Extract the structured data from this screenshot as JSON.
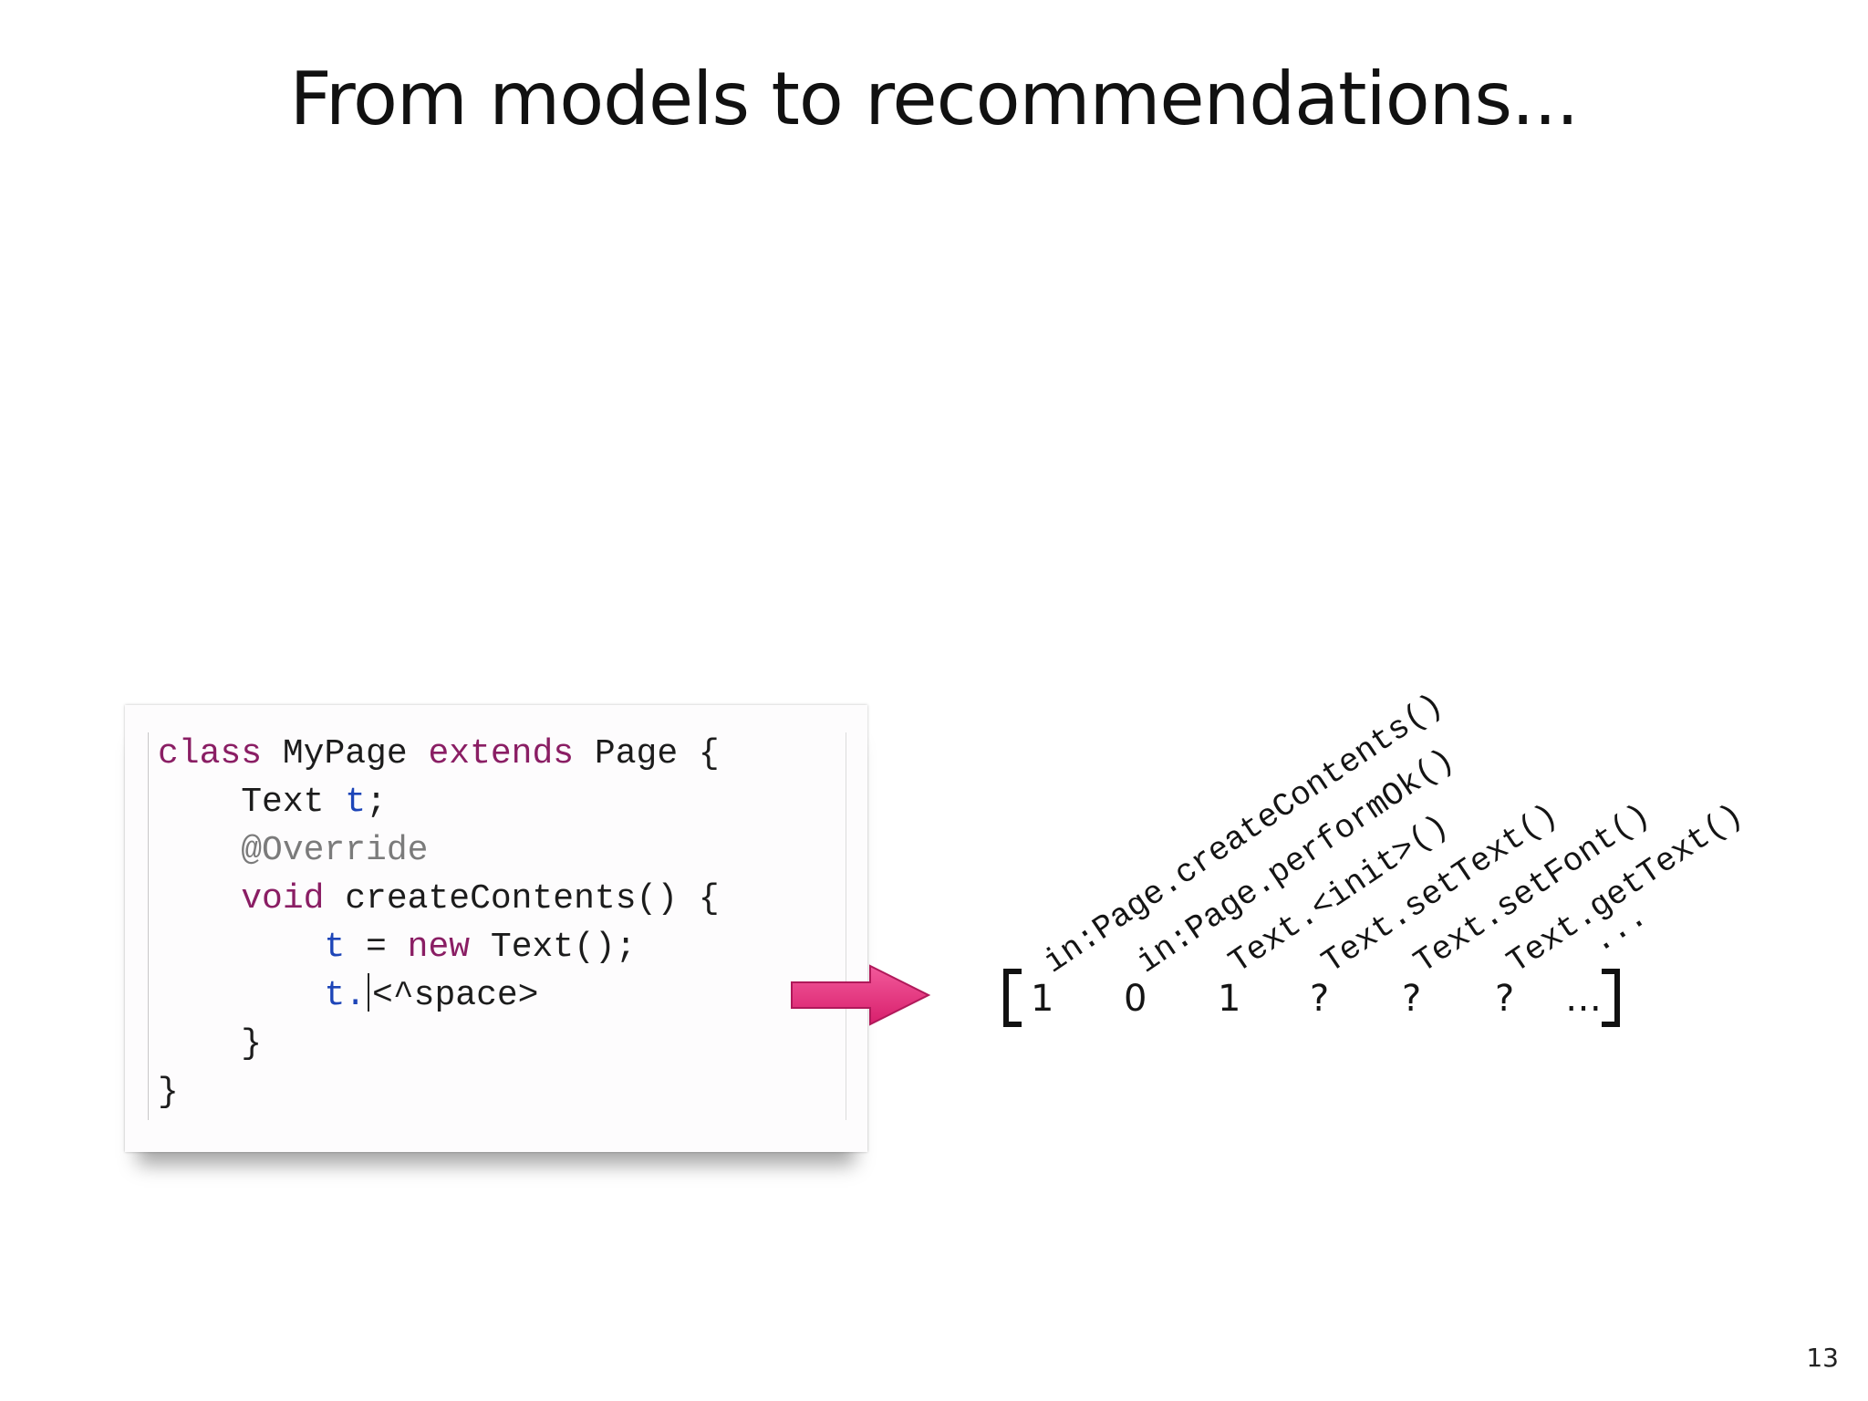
{
  "title": "From models to recommendations...",
  "page_number": "13",
  "code": {
    "line1": {
      "kw1": "class",
      "t1": " MyPage ",
      "kw2": "extends",
      "t2": " Page {"
    },
    "line2": {
      "indent": "    ",
      "type": "Text ",
      "var": "t",
      "end": ";"
    },
    "line3": {
      "indent": "    ",
      "annotation": "@Override"
    },
    "line4": {
      "indent": "    ",
      "kw": "void",
      "rest": " createContents() {"
    },
    "line5": {
      "indent": "        ",
      "var": "t",
      "mid": " = ",
      "kw": "new",
      "rest": " Text();"
    },
    "line6": {
      "indent": "        ",
      "var": "t.",
      "rest": "<^space>"
    },
    "line7": {
      "text": "    }"
    },
    "line8": {
      "text": "}"
    }
  },
  "features": [
    "in:Page.createContents()",
    "in:Page.performOk()",
    "Text.<init>()",
    "Text.setText()",
    "Text.setFont()",
    "Text.getText()",
    "..."
  ],
  "vector": [
    "1",
    "0",
    "1",
    "?",
    "?",
    "?",
    "…"
  ],
  "colors": {
    "keyword": "#8a1e64",
    "variable": "#1d45b8",
    "annotation": "#7b7b7b",
    "arrow": "#e8337f"
  }
}
